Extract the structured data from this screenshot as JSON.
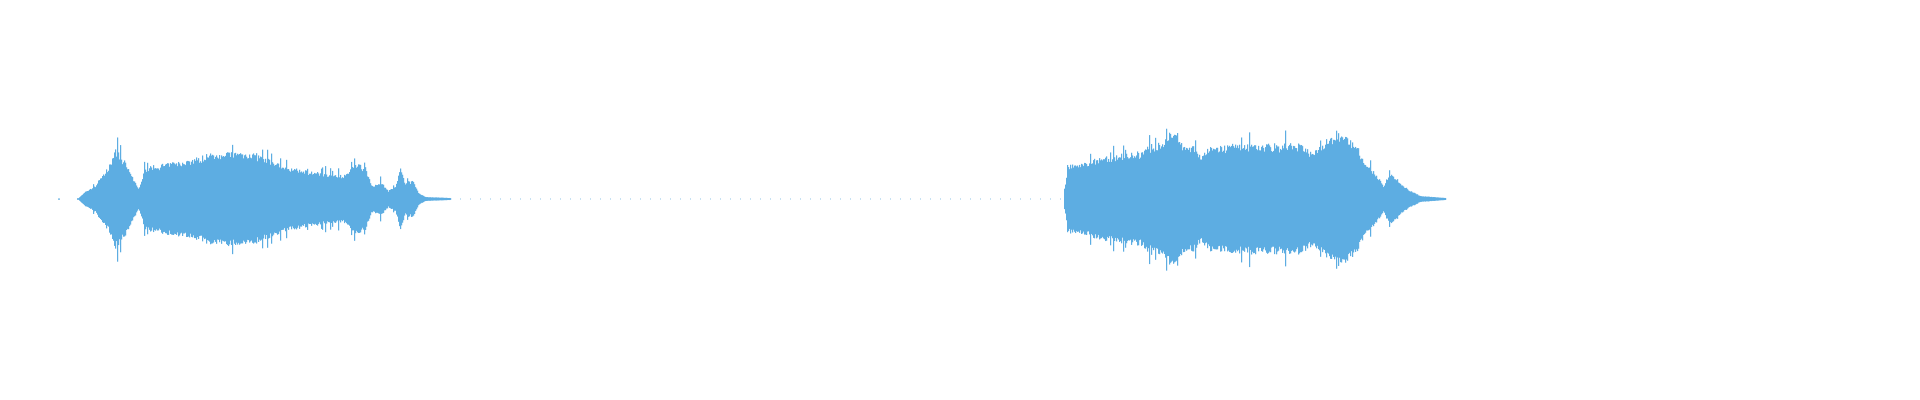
{
  "chart_data": {
    "type": "area",
    "title": "",
    "xlabel": "",
    "ylabel": "",
    "grid": false,
    "legend": "none",
    "color": "#5dade2",
    "background": "#ffffff",
    "series": [
      {
        "segment": 1,
        "envelope_amplitude": [
          0,
          0.035,
          0.065,
          0.125,
          0.15,
          0.24,
          0.175,
          0.05,
          0.15,
          0.165,
          0.2,
          0.225,
          0.225,
          0.185,
          0.15,
          0.125,
          0.115,
          0.175,
          0.15,
          0.06,
          0.085,
          0.04,
          0.06,
          0.15,
          0.075,
          0.09,
          0.03,
          0.01,
          0.005
        ]
      },
      {
        "segment": 2,
        "envelope_amplitude": [
          0.05,
          0.165,
          0.165,
          0.2,
          0.225,
          0.275,
          0.34,
          0.25,
          0.25,
          0.21,
          0.25,
          0.265,
          0.265,
          0.235,
          0.25,
          0.3,
          0.325,
          0.275,
          0.165,
          0.125,
          0.06,
          0.125,
          0.075,
          0.04,
          0.015,
          0.005
        ]
      }
    ]
  }
}
